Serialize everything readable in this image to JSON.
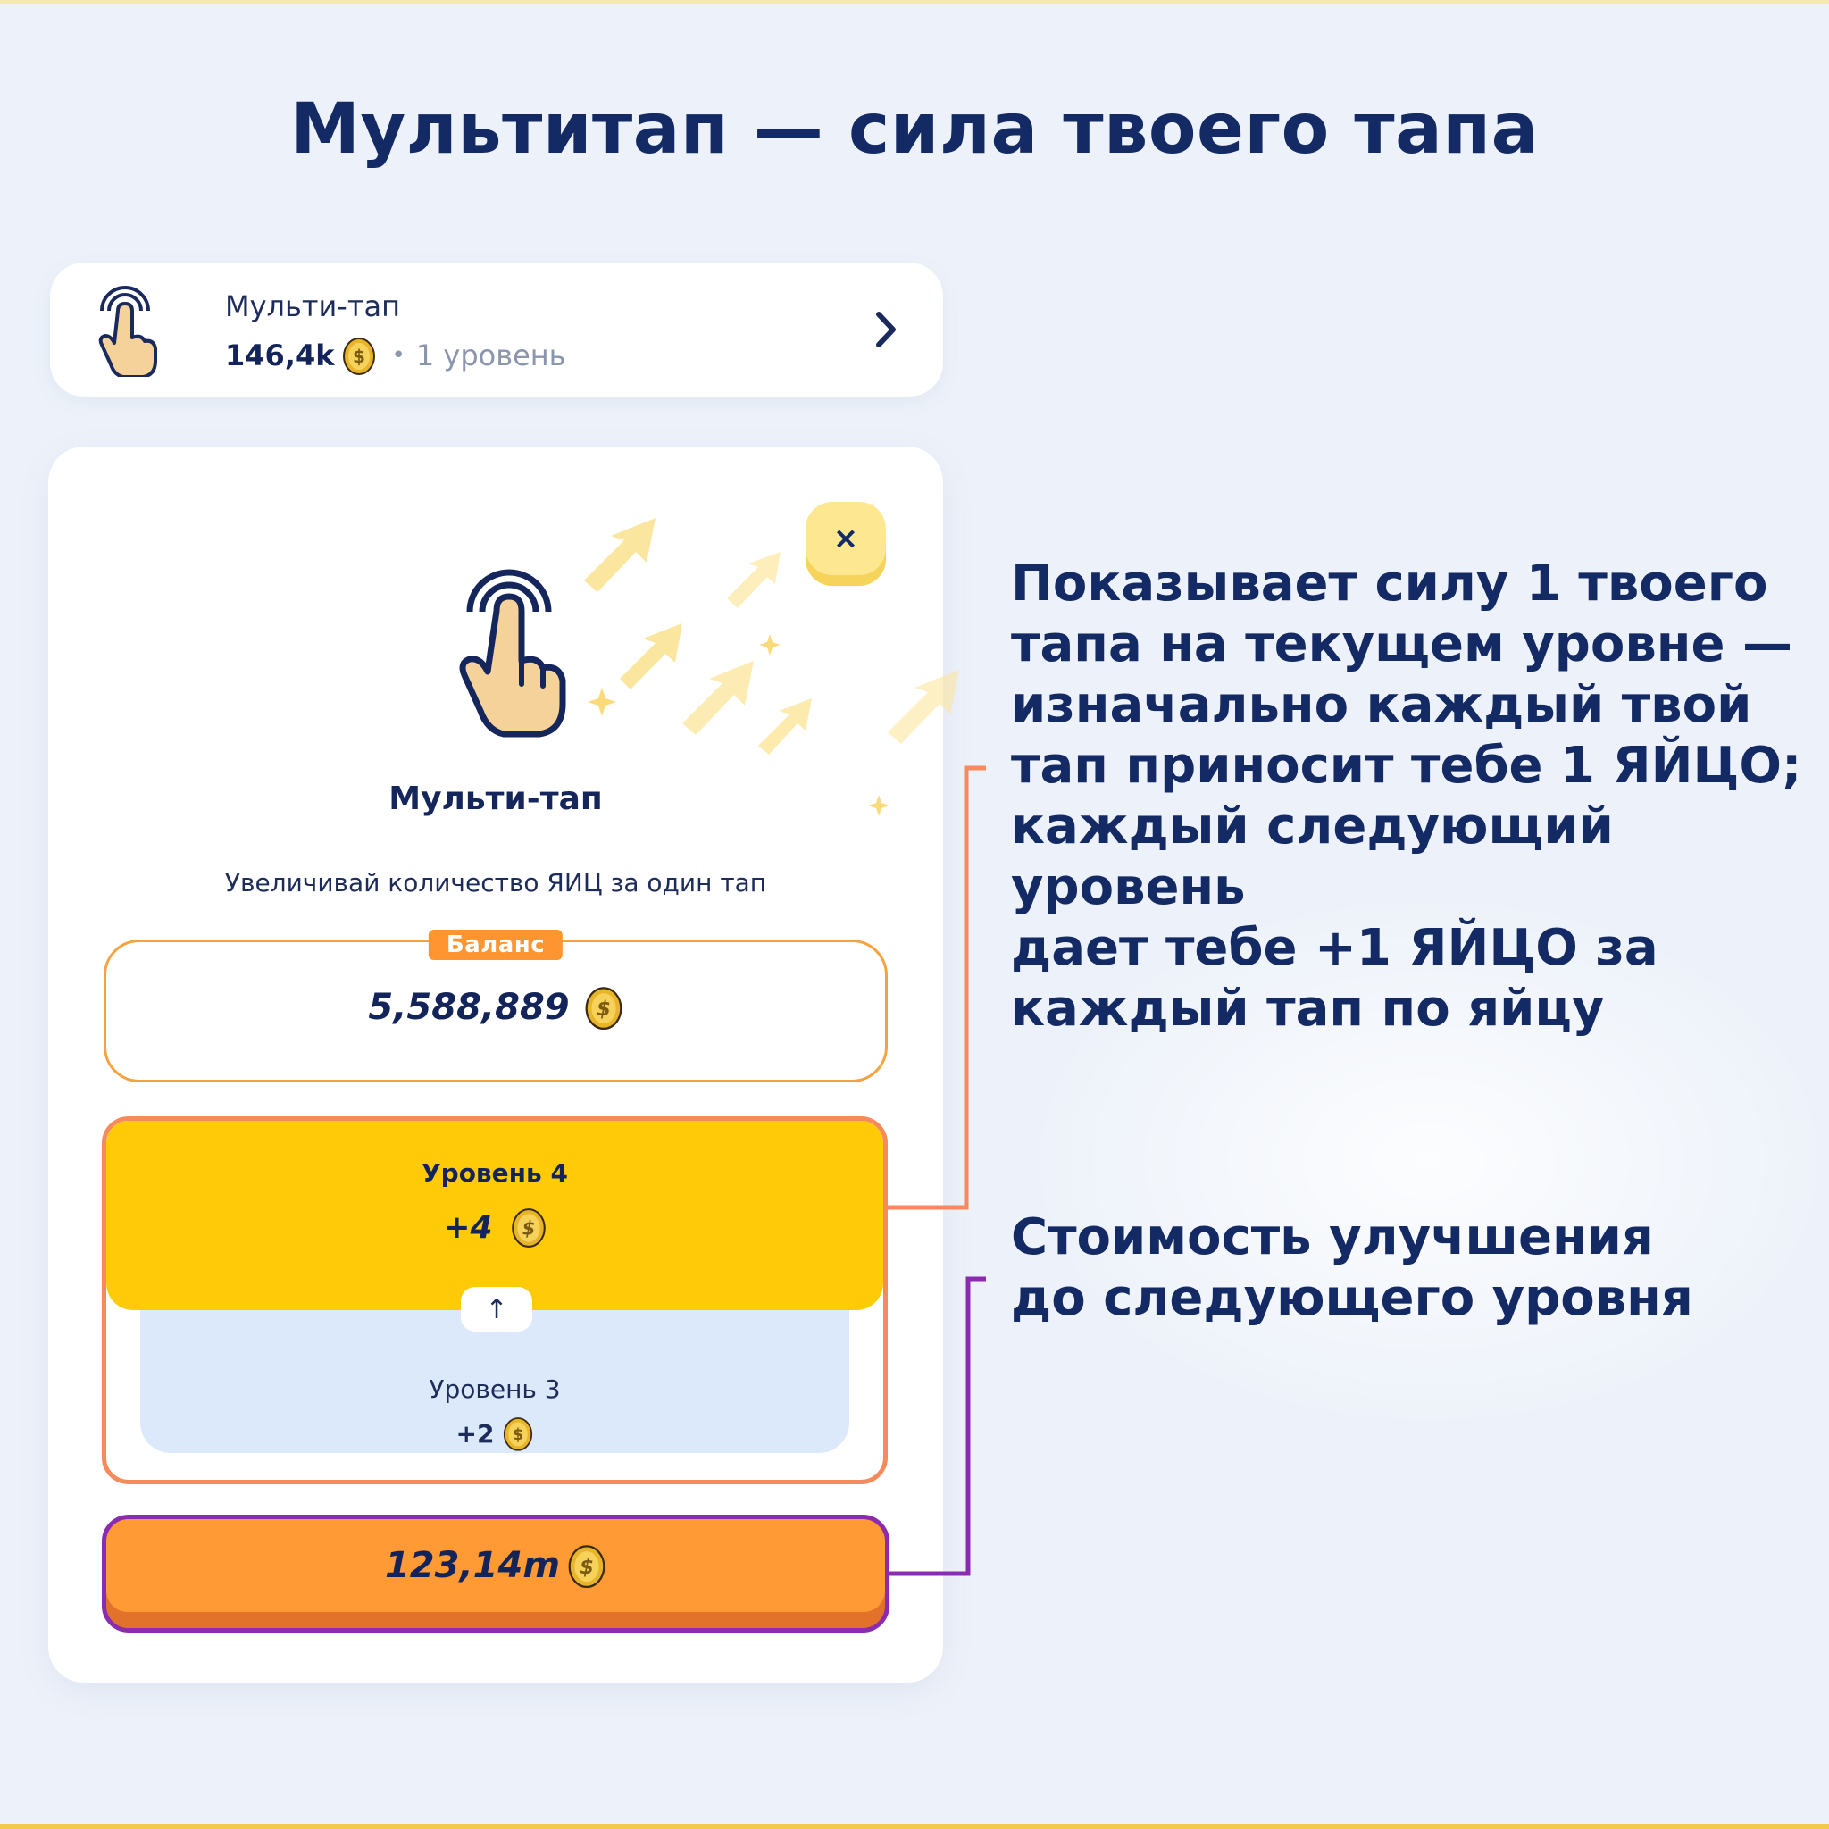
{
  "page": {
    "title": "Мультитап — сила твоего тапа"
  },
  "item_card": {
    "name": "Мульти-тап",
    "price": "146,4k",
    "separator": "•",
    "level": "1 уровень"
  },
  "modal": {
    "close_label": "×",
    "title": "Мульти-тап",
    "subtitle": "Увеличивай количество ЯИЦ за один тап",
    "balance": {
      "badge": "Баланс",
      "value": "5,588,889"
    },
    "next_level": {
      "label": "Уровень 4",
      "value": "+4"
    },
    "up_arrow": "↑",
    "current_level": {
      "label": "Уровень 3",
      "value": "+2"
    },
    "upgrade": {
      "price": "123,14m"
    }
  },
  "annotations": [
    {
      "lines": [
        "Показывает силу 1 твоего",
        "тапа на текущем уровне —",
        "изначально каждый твой",
        "тап приносит тебе 1 ЯЙЦО;",
        "каждый следующий уровень",
        "дает тебе +1 ЯЙЦО за",
        "каждый тап по яйцу"
      ],
      "color": "#f58a5c"
    },
    {
      "lines": [
        "Стоимость улучшения",
        "до следующего уровня"
      ],
      "color": "#8a2bb0"
    }
  ],
  "icons": {
    "coin": "golden-egg-coin-icon",
    "hand": "tap-hand-icon",
    "chevron": "chevron-right-icon",
    "close": "close-icon",
    "up": "arrow-up-icon"
  },
  "colors": {
    "background": "#edf2fa",
    "title": "#142a64",
    "accent_orange": "#ff9530",
    "level_yellow": "#ffcb08",
    "level_blue": "#dce9fb"
  }
}
